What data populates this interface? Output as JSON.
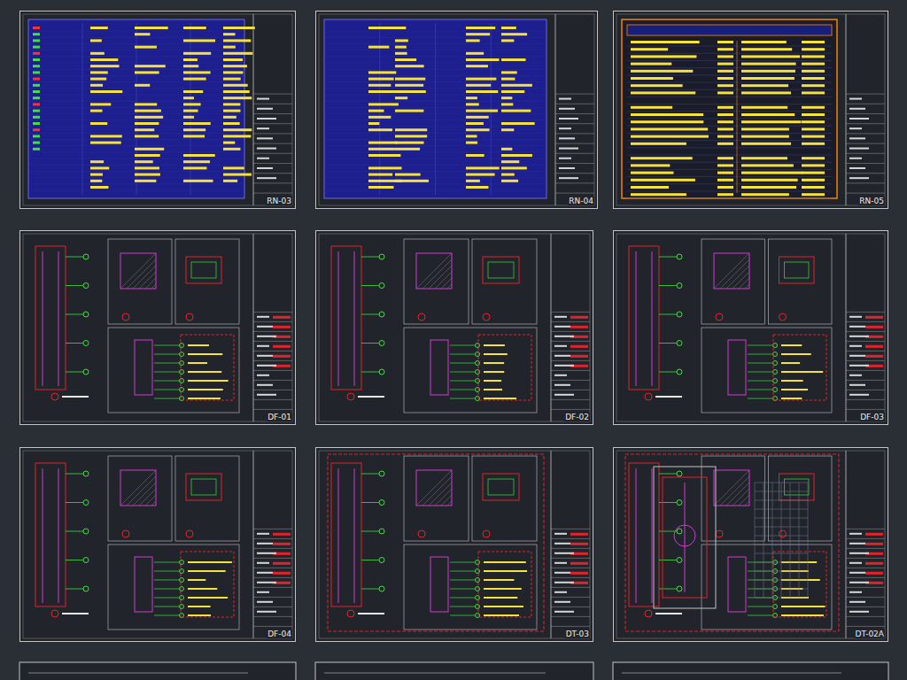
{
  "diagram": {
    "nodes": [
      {
        "text": [
          "RN-03"
        ]
      },
      {
        "text": [
          "RN-04"
        ]
      },
      {
        "text": [
          "RN-05"
        ]
      },
      {
        "text": [
          "DF-01"
        ]
      },
      {
        "text": [
          "DF-02"
        ]
      },
      {
        "text": [
          "DF-03"
        ]
      },
      {
        "text": [
          "DF-04"
        ]
      },
      {
        "text": [
          "DT-03"
        ]
      },
      {
        "text": [
          "DT-02A"
        ]
      }
    ]
  }
}
